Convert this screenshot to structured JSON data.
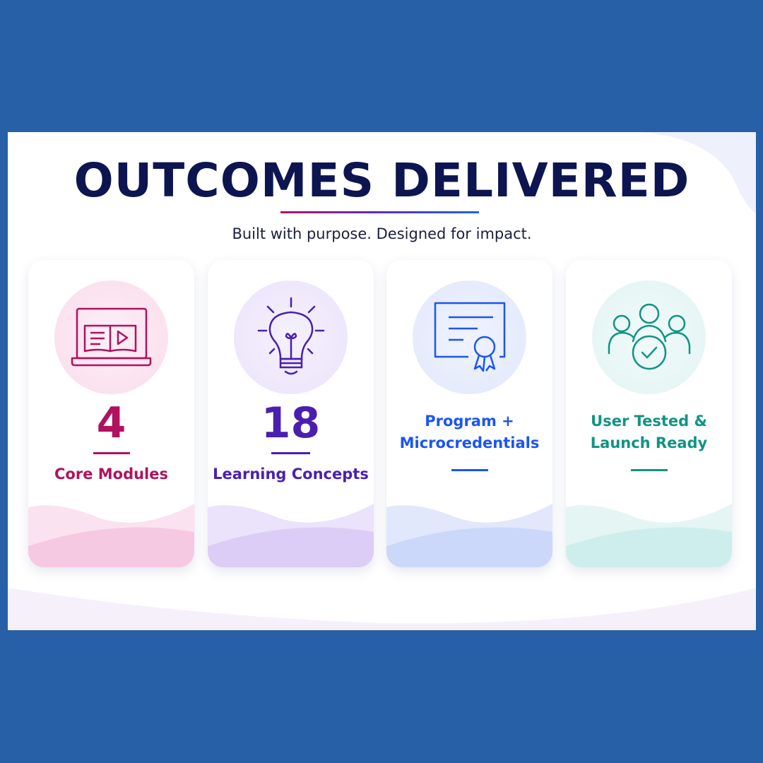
{
  "title": "OUTCOMES DELIVERED",
  "subtitle": "Built with purpose. Designed for impact.",
  "cards": [
    {
      "icon": "laptop-book-icon",
      "number": "4",
      "label": "Core Modules",
      "color": "#b0125e"
    },
    {
      "icon": "lightbulb-icon",
      "number": "18",
      "label": "Learning Concepts",
      "color": "#4a1fb0"
    },
    {
      "icon": "certificate-icon",
      "line1": "Program +",
      "line2": "Microcredentials",
      "color": "#1a56f0"
    },
    {
      "icon": "team-check-icon",
      "line1": "User Tested &",
      "line2": "Launch Ready",
      "color": "#109484"
    }
  ]
}
